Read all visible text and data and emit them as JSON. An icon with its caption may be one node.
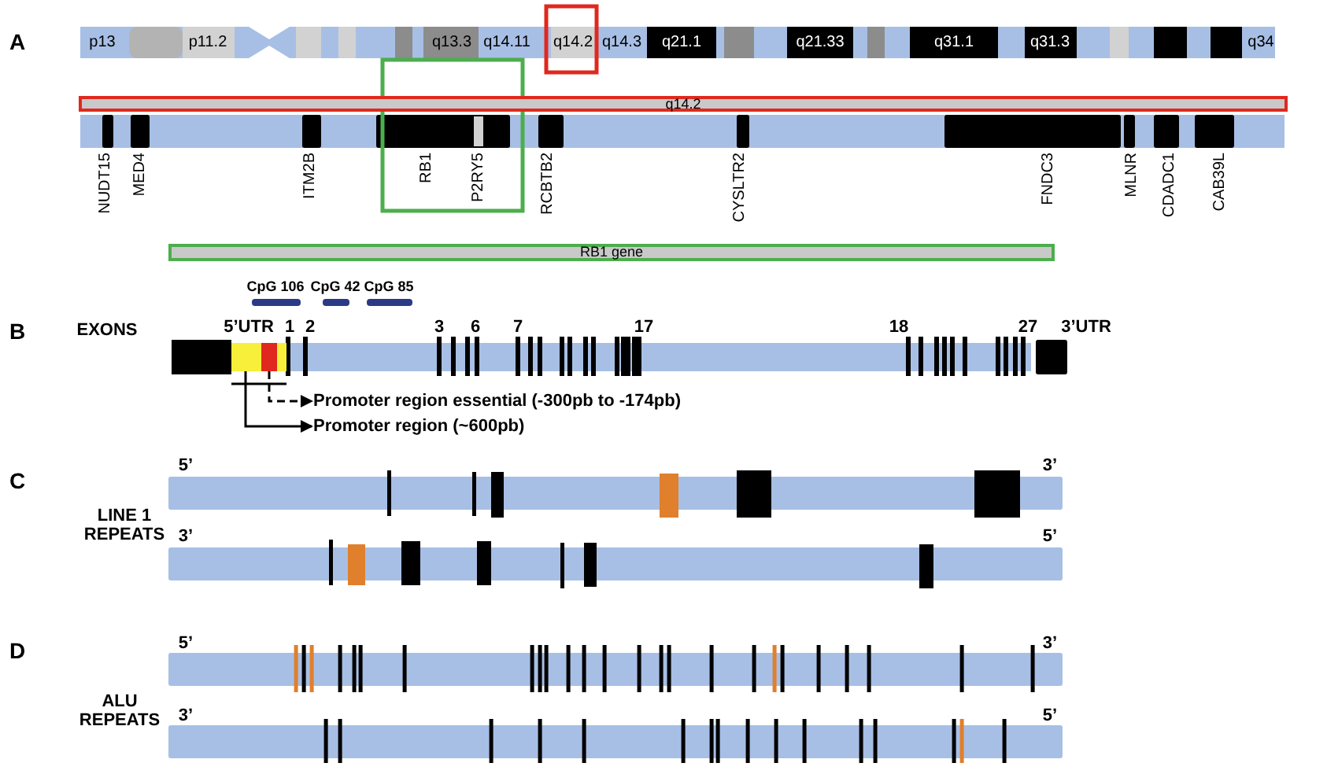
{
  "diagram": {
    "nodes": [
      {
        "text": [
          "q14.2"
        ]
      },
      {
        "text": [
          "RB1 gene"
        ]
      },
      {
        "text": [],
        "shape": "box"
      },
      {
        "text": [],
        "shape": "box",
        "in": 2
      },
      {
        "text": [
          "Promoter region essential (-300pb to -174pb)"
        ]
      },
      {
        "text": [
          "Promoter region (~600pb)"
        ]
      }
    ],
    "edges": [
      {
        "from": 3,
        "to": 4,
        "arrow": "to",
        "style": "dashed"
      },
      {
        "from": 2,
        "to": 5,
        "arrow": "to"
      }
    ],
    "labels": [
      "A",
      "p13",
      "p11.2",
      "q13.3",
      "q14.11",
      "q14.2",
      "q14.3",
      "q21.1",
      "q21.33",
      "q31.1",
      "q31.3",
      "q34",
      "NUDT15",
      "MED4",
      "ITM2B",
      "RB1",
      "P2RY5",
      "RCBTB2",
      "CYSLTR2",
      "FNDC3",
      "MLNR",
      "CDADC1",
      "CAB39L",
      "CpG 106",
      "CpG 42",
      "CpG 85",
      "B",
      "EXONS",
      "5’UTR",
      "1",
      "2",
      "3",
      "6",
      "7",
      "17",
      "18",
      "27",
      "3’UTR",
      "C",
      "5’",
      "3’",
      "LINE 1 REPEATS",
      "3’",
      "5’",
      "D",
      "5’",
      "3’",
      "ALU REPEATS",
      "3’",
      "5’"
    ]
  }
}
